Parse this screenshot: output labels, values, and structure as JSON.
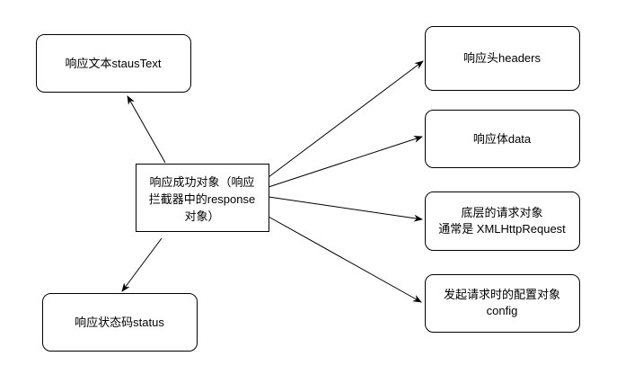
{
  "nodes": {
    "center": {
      "lines": [
        "响应成功对象（响应",
        "拦截器中的response",
        "对象）"
      ]
    },
    "status_text": {
      "lines": [
        "响应文本stausText"
      ]
    },
    "status": {
      "lines": [
        "响应状态码status"
      ]
    },
    "headers": {
      "lines": [
        "响应头headers"
      ]
    },
    "data": {
      "lines": [
        "响应体data"
      ]
    },
    "request": {
      "lines": [
        "底层的请求对象",
        "通常是 XMLHttpRequest"
      ]
    },
    "config": {
      "lines": [
        "发起请求时的配置对象",
        "config"
      ]
    }
  },
  "colors": {
    "stroke": "#000000",
    "fill": "#ffffff"
  }
}
